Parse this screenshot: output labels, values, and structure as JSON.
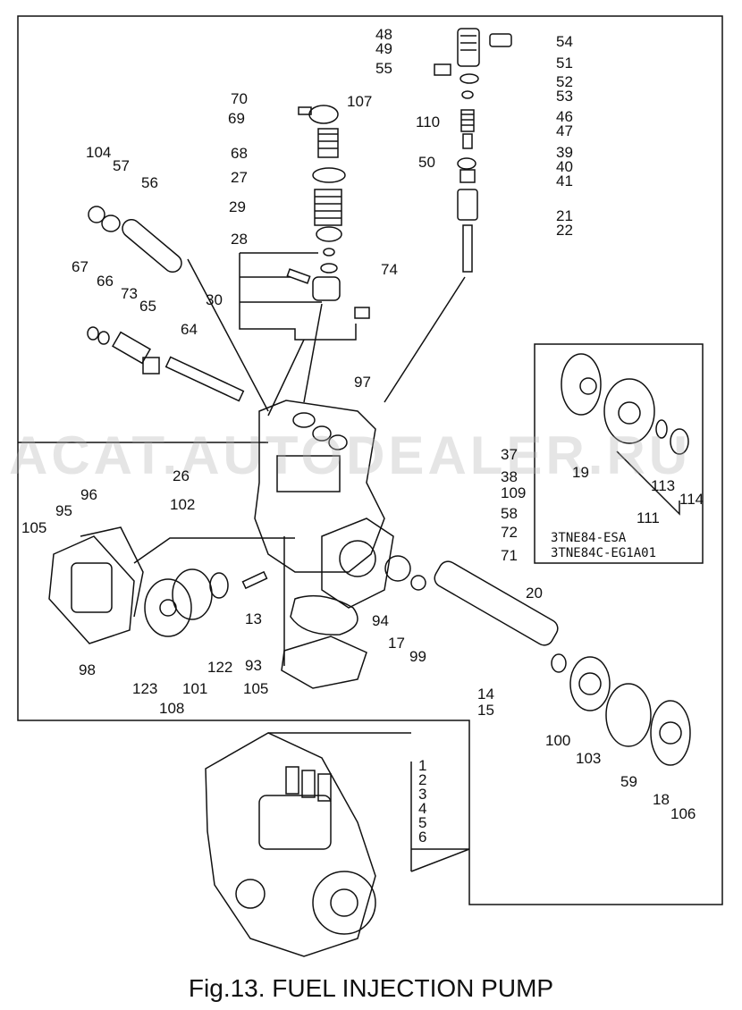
{
  "caption": "Fig.13.  FUEL INJECTION PUMP",
  "watermark": "ACAT.AUTODEALER.RU",
  "variant_labels": [
    "3TNE84-ESA",
    "3TNE84C-EG1A01"
  ],
  "part_labels": [
    {
      "id": "p48",
      "text": "48"
    },
    {
      "id": "p49",
      "text": "49"
    },
    {
      "id": "p54",
      "text": "54"
    },
    {
      "id": "p55",
      "text": "55"
    },
    {
      "id": "p51",
      "text": "51"
    },
    {
      "id": "p52",
      "text": "52"
    },
    {
      "id": "p53",
      "text": "53"
    },
    {
      "id": "p70",
      "text": "70"
    },
    {
      "id": "p107",
      "text": "107"
    },
    {
      "id": "p110",
      "text": "110"
    },
    {
      "id": "p69",
      "text": "69"
    },
    {
      "id": "p46",
      "text": "46"
    },
    {
      "id": "p47",
      "text": "47"
    },
    {
      "id": "p104",
      "text": "104"
    },
    {
      "id": "p57",
      "text": "57"
    },
    {
      "id": "p68",
      "text": "68"
    },
    {
      "id": "p39",
      "text": "39"
    },
    {
      "id": "p40",
      "text": "40"
    },
    {
      "id": "p50",
      "text": "50"
    },
    {
      "id": "p41",
      "text": "41"
    },
    {
      "id": "p56",
      "text": "56"
    },
    {
      "id": "p27",
      "text": "27"
    },
    {
      "id": "p29",
      "text": "29"
    },
    {
      "id": "p21",
      "text": "21"
    },
    {
      "id": "p22",
      "text": "22"
    },
    {
      "id": "p28",
      "text": "28"
    },
    {
      "id": "p67",
      "text": "67"
    },
    {
      "id": "p74",
      "text": "74"
    },
    {
      "id": "p66",
      "text": "66"
    },
    {
      "id": "p73",
      "text": "73"
    },
    {
      "id": "p65",
      "text": "65"
    },
    {
      "id": "p30",
      "text": "30"
    },
    {
      "id": "p64",
      "text": "64"
    },
    {
      "id": "p97",
      "text": "97"
    },
    {
      "id": "p19",
      "text": "19"
    },
    {
      "id": "p37",
      "text": "37"
    },
    {
      "id": "p26",
      "text": "26"
    },
    {
      "id": "p38",
      "text": "38"
    },
    {
      "id": "p113",
      "text": "113"
    },
    {
      "id": "p114",
      "text": "114"
    },
    {
      "id": "p96",
      "text": "96"
    },
    {
      "id": "p109",
      "text": "109"
    },
    {
      "id": "p95",
      "text": "95"
    },
    {
      "id": "p102",
      "text": "102"
    },
    {
      "id": "p58",
      "text": "58"
    },
    {
      "id": "p111",
      "text": "111"
    },
    {
      "id": "p105a",
      "text": "105"
    },
    {
      "id": "p72",
      "text": "72"
    },
    {
      "id": "p71",
      "text": "71"
    },
    {
      "id": "p20",
      "text": "20"
    },
    {
      "id": "p13",
      "text": "13"
    },
    {
      "id": "p94",
      "text": "94"
    },
    {
      "id": "p17",
      "text": "17"
    },
    {
      "id": "p98",
      "text": "98"
    },
    {
      "id": "p99",
      "text": "99"
    },
    {
      "id": "p122",
      "text": "122"
    },
    {
      "id": "p93",
      "text": "93"
    },
    {
      "id": "p123",
      "text": "123"
    },
    {
      "id": "p101",
      "text": "101"
    },
    {
      "id": "p14",
      "text": "14"
    },
    {
      "id": "p15",
      "text": "15"
    },
    {
      "id": "p105b",
      "text": "105"
    },
    {
      "id": "p108",
      "text": "108"
    },
    {
      "id": "p100",
      "text": "100"
    },
    {
      "id": "p103",
      "text": "103"
    },
    {
      "id": "p59",
      "text": "59"
    },
    {
      "id": "p18",
      "text": "18"
    },
    {
      "id": "p106",
      "text": "106"
    },
    {
      "id": "p1",
      "text": "1"
    },
    {
      "id": "p2",
      "text": "2"
    },
    {
      "id": "p3",
      "text": "3"
    },
    {
      "id": "p4",
      "text": "4"
    },
    {
      "id": "p5",
      "text": "5"
    },
    {
      "id": "p6",
      "text": "6"
    }
  ]
}
